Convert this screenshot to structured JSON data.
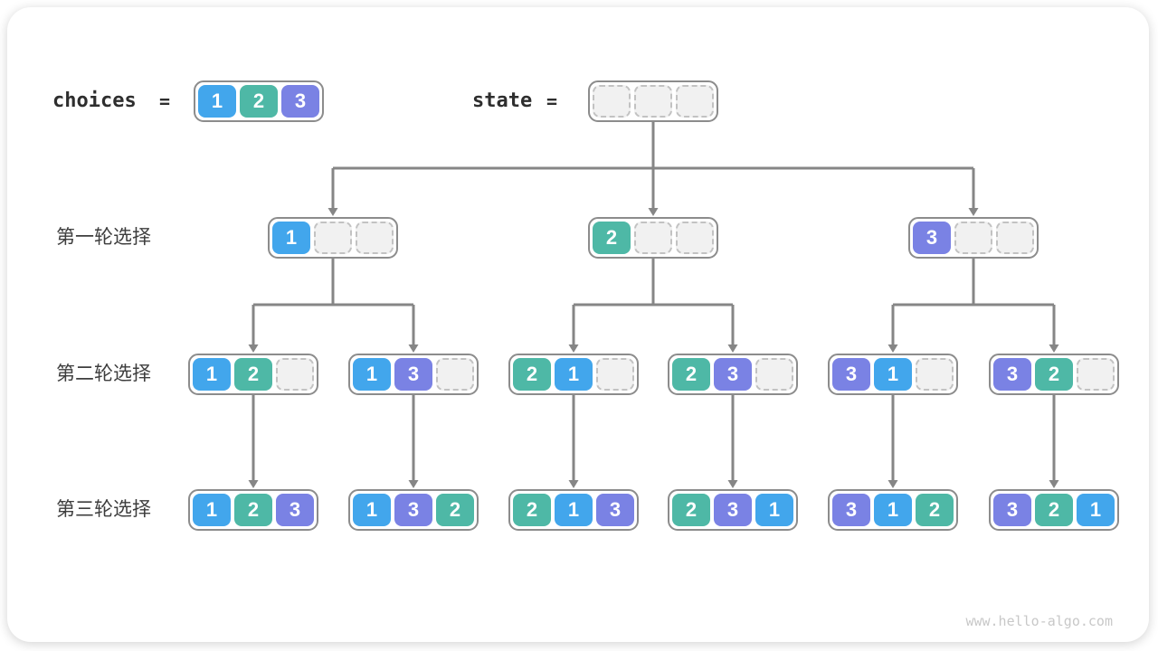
{
  "page": {
    "watermark": "www.hello-algo.com"
  },
  "palette": {
    "1": "#42A6EC",
    "2": "#4EB8A6",
    "3": "#7A82E4",
    "connector": "#868686",
    "node_border": "#8C8C8C",
    "empty_fill": "#F1F1F1",
    "empty_border": "#C2C2C2"
  },
  "header": {
    "choices_label": "choices",
    "equals": "=",
    "choices": [
      1,
      2,
      3
    ],
    "state_label": "state",
    "state": [
      null,
      null,
      null
    ]
  },
  "rounds": [
    {
      "label": "第一轮选择",
      "nodes": [
        [
          1,
          null,
          null
        ],
        [
          2,
          null,
          null
        ],
        [
          3,
          null,
          null
        ]
      ]
    },
    {
      "label": "第二轮选择",
      "nodes": [
        [
          1,
          2,
          null
        ],
        [
          1,
          3,
          null
        ],
        [
          2,
          1,
          null
        ],
        [
          2,
          3,
          null
        ],
        [
          3,
          1,
          null
        ],
        [
          3,
          2,
          null
        ]
      ]
    },
    {
      "label": "第三轮选择",
      "nodes": [
        [
          1,
          2,
          3
        ],
        [
          1,
          3,
          2
        ],
        [
          2,
          1,
          3
        ],
        [
          2,
          3,
          1
        ],
        [
          3,
          1,
          2
        ],
        [
          3,
          2,
          1
        ]
      ]
    }
  ]
}
